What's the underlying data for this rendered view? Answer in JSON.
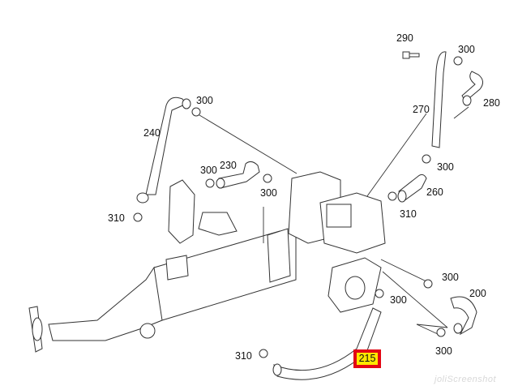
{
  "diagram": {
    "title": "EGR cooler / valve hose assembly parts diagram",
    "callouts": [
      {
        "id": "290",
        "label": "290"
      },
      {
        "id": "300a",
        "label": "300"
      },
      {
        "id": "280",
        "label": "280"
      },
      {
        "id": "270",
        "label": "270"
      },
      {
        "id": "300b",
        "label": "300"
      },
      {
        "id": "240",
        "label": "240"
      },
      {
        "id": "300c",
        "label": "300"
      },
      {
        "id": "230",
        "label": "230"
      },
      {
        "id": "300d",
        "label": "300"
      },
      {
        "id": "300e",
        "label": "300"
      },
      {
        "id": "260",
        "label": "260"
      },
      {
        "id": "310a",
        "label": "310"
      },
      {
        "id": "310b",
        "label": "310"
      },
      {
        "id": "300f",
        "label": "300"
      },
      {
        "id": "200",
        "label": "200"
      },
      {
        "id": "300g",
        "label": "300"
      },
      {
        "id": "300h",
        "label": "300"
      },
      {
        "id": "310c",
        "label": "310"
      }
    ],
    "highlighted_part": {
      "label": "215",
      "border_color": "#e30613",
      "fill_color": "#ffe600"
    },
    "watermark": "joliScreenshot"
  }
}
